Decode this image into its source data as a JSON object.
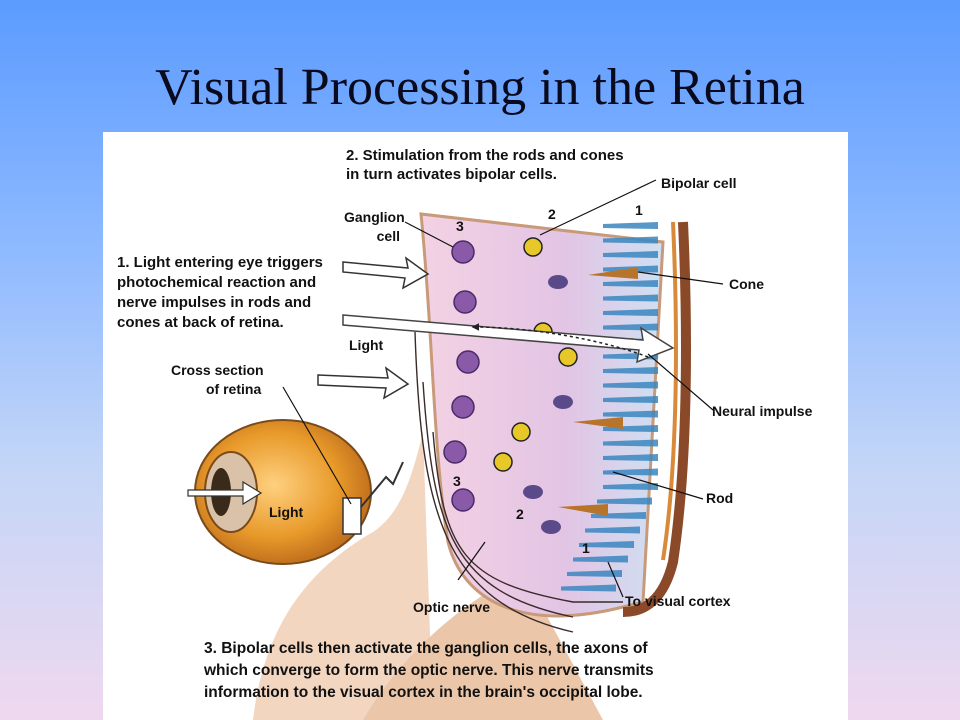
{
  "slide": {
    "title": "Visual Processing in the Retina"
  },
  "figure": {
    "step1": [
      "1. Light entering eye triggers",
      "photochemical reaction and",
      "nerve impulses in rods and",
      "cones at back of retina."
    ],
    "step2": [
      "2. Stimulation from the rods and cones",
      "in turn activates bipolar cells."
    ],
    "step3": [
      "3. Bipolar cells then activate the ganglion cells, the axons of",
      "which converge to form the optic nerve. This nerve transmits",
      "information to the visual cortex in the brain's occipital lobe."
    ],
    "labels": {
      "ganglion_cell": [
        "Ganglion",
        "cell"
      ],
      "bipolar_cell": "Bipolar cell",
      "cone": "Cone",
      "neural_impulse": "Neural impulse",
      "rod": "Rod",
      "optic_nerve": "Optic nerve",
      "to_visual_cortex": "To visual cortex",
      "light_upper": "Light",
      "light_eye": "Light",
      "cross_section": [
        "Cross section",
        "of retina"
      ]
    },
    "layer_numbers": {
      "top": [
        "3",
        "2",
        "1"
      ],
      "bottom": [
        "3",
        "2",
        "1"
      ]
    },
    "colors": {
      "ganglion": "#8a5aa8",
      "bipolar": "#e8c828",
      "rod": "#3a86c0",
      "cone": "#b8742a",
      "eye": "#e89a2a",
      "tissue": "#e8c0d8"
    }
  }
}
